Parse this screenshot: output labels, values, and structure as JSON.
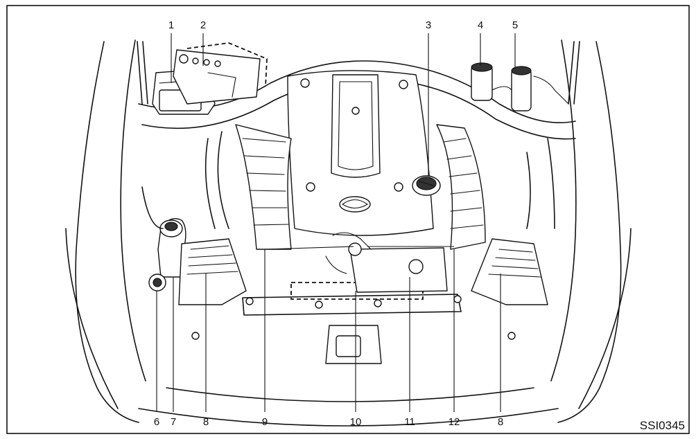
{
  "figure_code": "SSI0345",
  "callouts": [
    "1",
    "2",
    "3",
    "4",
    "5",
    "6",
    "7",
    "8",
    "9",
    "10",
    "11",
    "12",
    "8"
  ]
}
